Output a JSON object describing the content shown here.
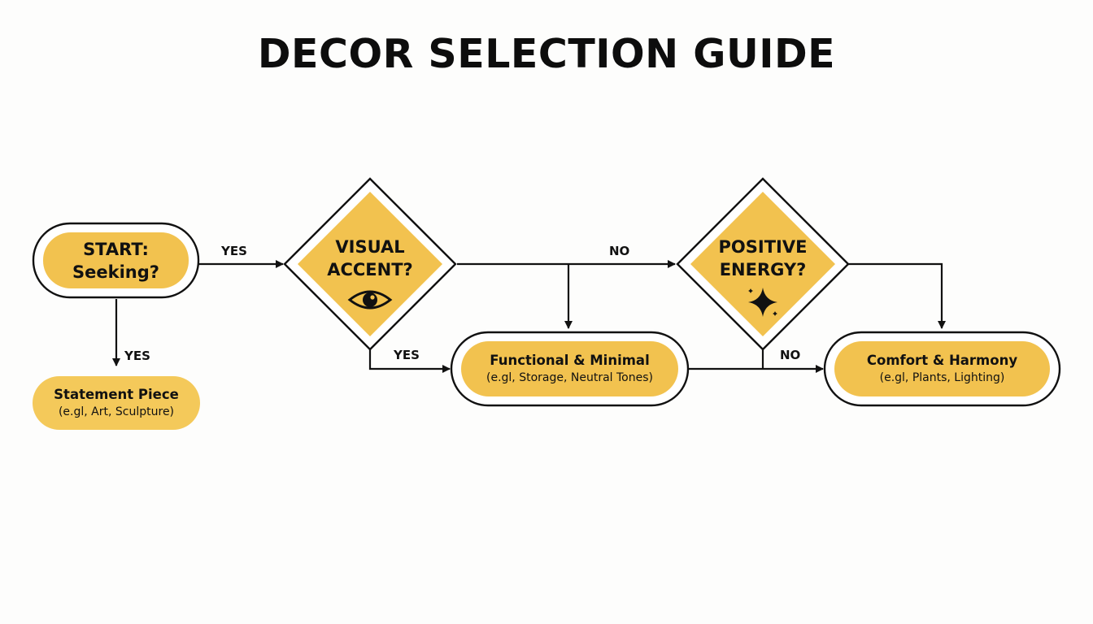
{
  "title": "DECOR SELECTION GUIDE",
  "colors": {
    "fill": "#f2c24f",
    "fill_light": "#f4c95a",
    "stroke": "#111111",
    "background": "#fdfdfc"
  },
  "nodes": {
    "start": {
      "line1": "START:",
      "line2": "Seeking?"
    },
    "visual_accent": {
      "line1": "VISUAL",
      "line2": "ACCENT?",
      "icon": "eye-icon"
    },
    "positive_energy": {
      "line1": "POSITIVE",
      "line2": "ENERGY?",
      "icon": "sparkle-icon"
    },
    "statement_piece": {
      "line1": "Statement Piece",
      "line2": "(e.gl, Art, Sculpture)"
    },
    "functional_minimal": {
      "line1": "Functional & Minimal",
      "line2": "(e.gl, Storage, Neutral Tones)"
    },
    "comfort_harmony": {
      "line1": "Comfort & Harmony",
      "line2": "(e.gl, Plants, Lighting)"
    }
  },
  "edges": {
    "start_to_visual": "YES",
    "start_to_statement": "YES",
    "visual_to_positive": "NO",
    "visual_to_functional": "YES",
    "positive_to_comfort": "NO"
  }
}
